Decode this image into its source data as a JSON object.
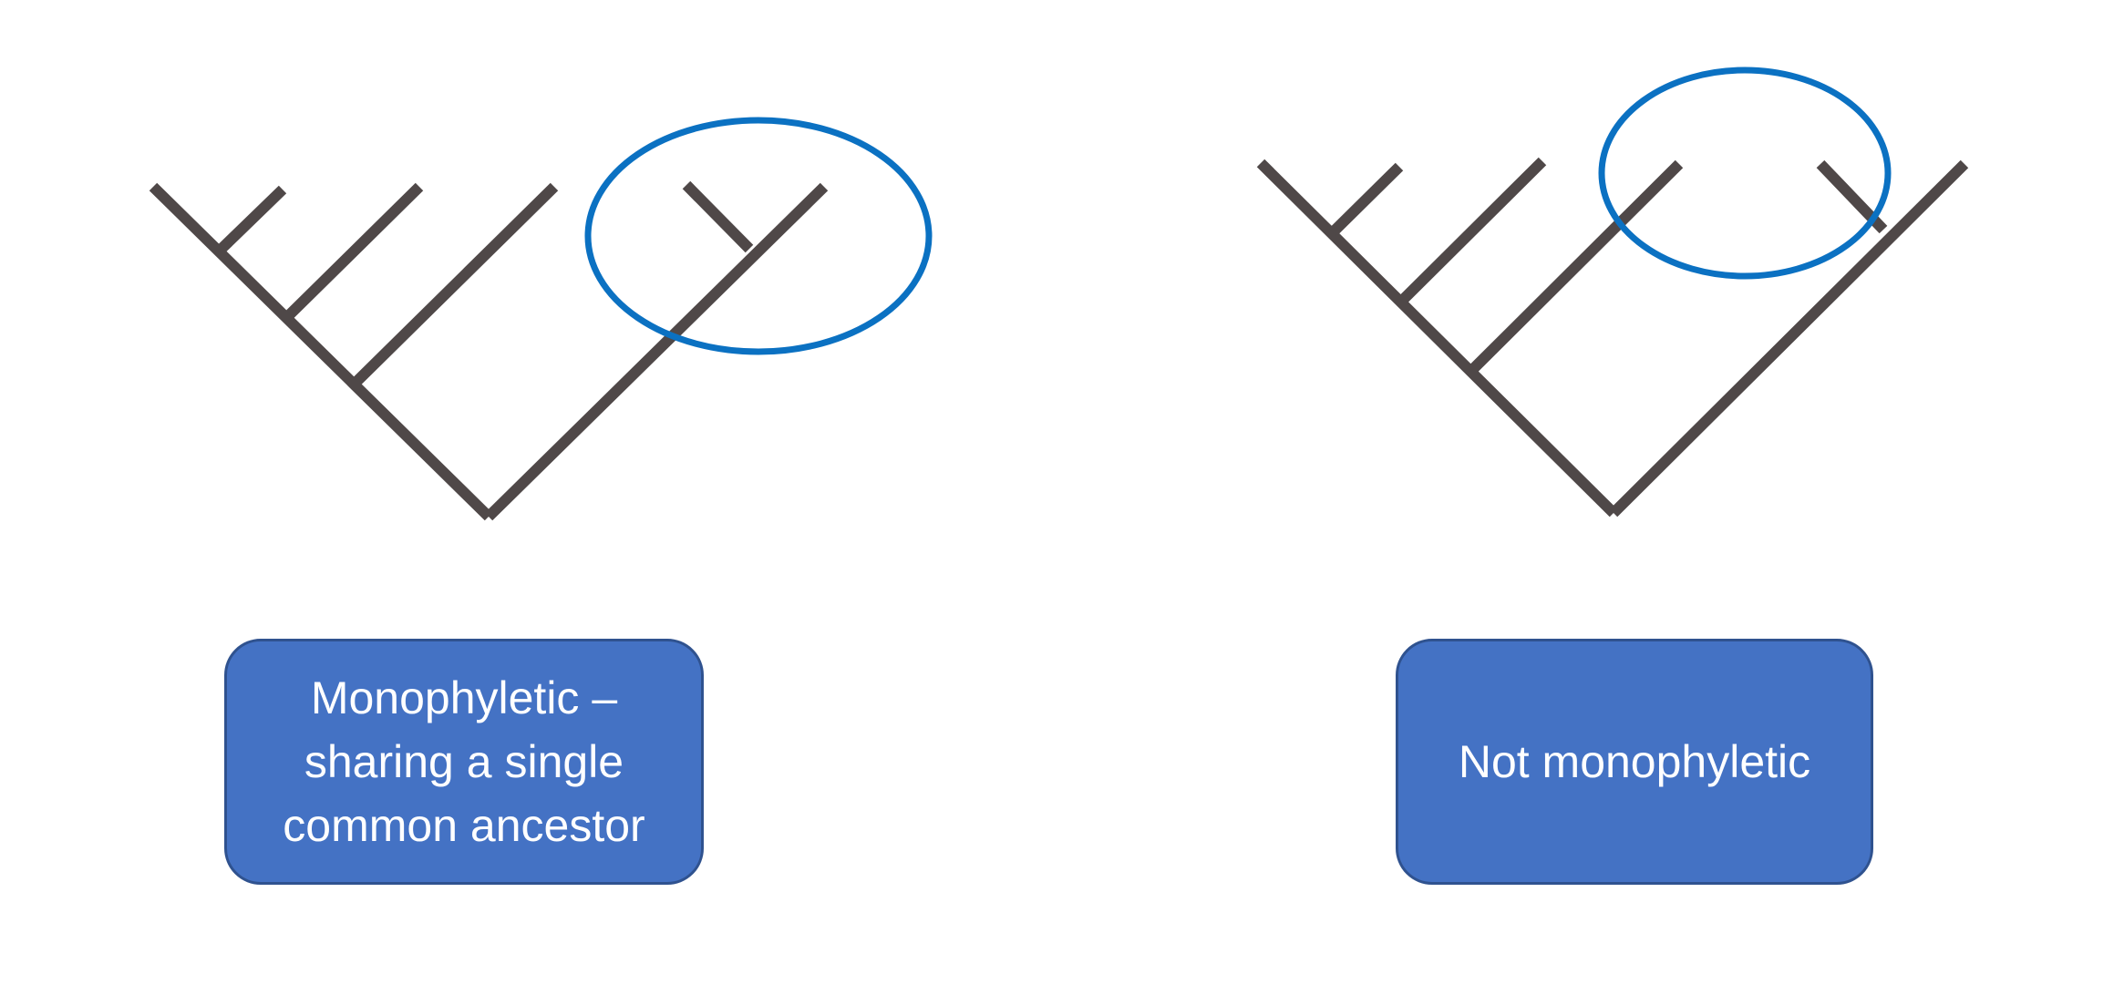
{
  "colors": {
    "tree_branch": "#4f4848",
    "highlight_ellipse": "#0b71c2",
    "box_fill": "#4472c4",
    "box_border": "#2f528f",
    "box_text": "#ffffff"
  },
  "panels": [
    {
      "group": "monophyletic",
      "label_lines": [
        "Monophyletic –",
        "sharing a single",
        "common ancestor"
      ]
    },
    {
      "group": "not-monophyletic",
      "label_lines": [
        "Not monophyletic"
      ]
    }
  ]
}
